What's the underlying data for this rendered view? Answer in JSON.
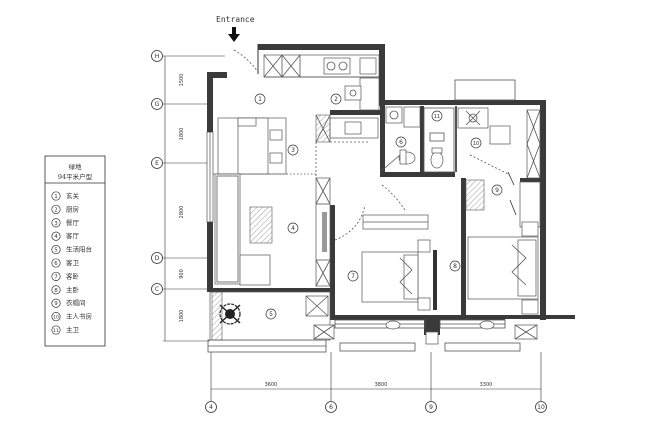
{
  "entrance_label": "Entrance",
  "legend": {
    "title_line1": "绿地",
    "title_line2": "94平米户型",
    "items": [
      {
        "num": "1",
        "text": "玄关"
      },
      {
        "num": "2",
        "text": "厨房"
      },
      {
        "num": "3",
        "text": "餐厅"
      },
      {
        "num": "4",
        "text": "客厅"
      },
      {
        "num": "5",
        "text": "生活阳台"
      },
      {
        "num": "6",
        "text": "客卫"
      },
      {
        "num": "7",
        "text": "客卧"
      },
      {
        "num": "8",
        "text": "主卧"
      },
      {
        "num": "9",
        "text": "衣帽间"
      },
      {
        "num": "10",
        "text": "主人书房"
      },
      {
        "num": "11",
        "text": "主卫"
      }
    ]
  },
  "axes_left": [
    "H",
    "G",
    "E",
    "D",
    "C"
  ],
  "axes_bottom": [
    "4",
    "6",
    "9",
    "10"
  ],
  "dims_left": [
    "1500",
    "1800",
    "2800",
    "900",
    "1800"
  ],
  "dims_bottom": [
    "3600",
    "3800",
    "3300"
  ],
  "room_numbers": [
    "1",
    "2",
    "3",
    "4",
    "5",
    "6",
    "7",
    "8",
    "9",
    "10",
    "11"
  ]
}
